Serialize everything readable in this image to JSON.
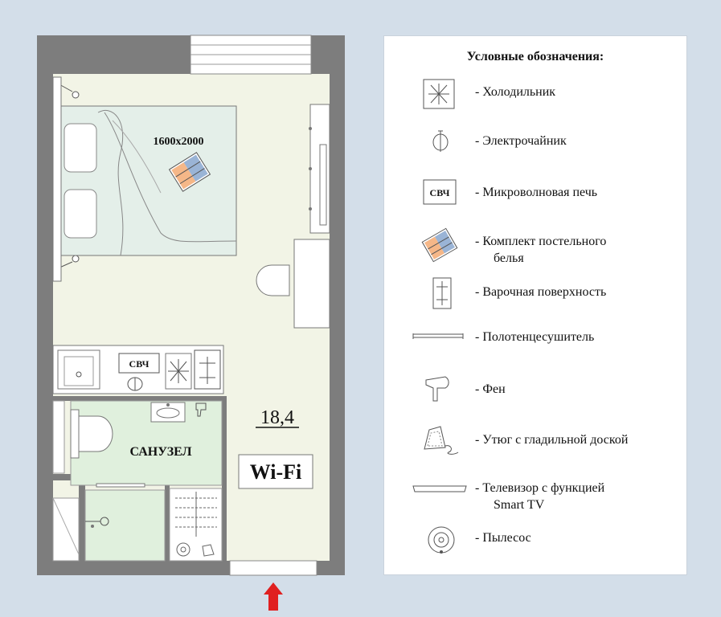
{
  "plan": {
    "bed_size": "1600x2000",
    "microwave_label": "СВЧ",
    "bathroom_label": "САНУЗЕЛ",
    "area": "18,4",
    "wifi": "Wi-Fi"
  },
  "legend": {
    "title": "Условные обозначения:",
    "items": [
      {
        "icon": "fridge-icon",
        "text": "-  Холодильник"
      },
      {
        "icon": "kettle-icon",
        "text": "-   Электрочайник"
      },
      {
        "icon": "microwave-icon",
        "icon_label": "СВЧ",
        "text": "-   Микроволновая печь"
      },
      {
        "icon": "bedding-icon",
        "text": "-   Комплект постельного",
        "text2": "белья"
      },
      {
        "icon": "cooktop-icon",
        "text": "-   Варочная поверхность"
      },
      {
        "icon": "towel-dryer-icon",
        "text": "-   Полотенцесушитель"
      },
      {
        "icon": "hairdryer-icon",
        "text": "-   Фен"
      },
      {
        "icon": "iron-icon",
        "text": "-   Утюг с гладильной доской"
      },
      {
        "icon": "tv-icon",
        "text": "-   Телевизор с функцией",
        "text2": "Smart TV"
      },
      {
        "icon": "vacuum-icon",
        "text": "-   Пылесос"
      }
    ]
  },
  "colors": {
    "wall": "#7d7d7d",
    "room_floor": "#f2f4e6",
    "bathroom_floor": "#e0f0dd",
    "bed_sheet": "#e4efe9",
    "page_bg": "#d3dee9",
    "entrance_arrow": "#e02020",
    "bedding_orange": "#f5b788",
    "bedding_blue": "#9ab4d6"
  }
}
